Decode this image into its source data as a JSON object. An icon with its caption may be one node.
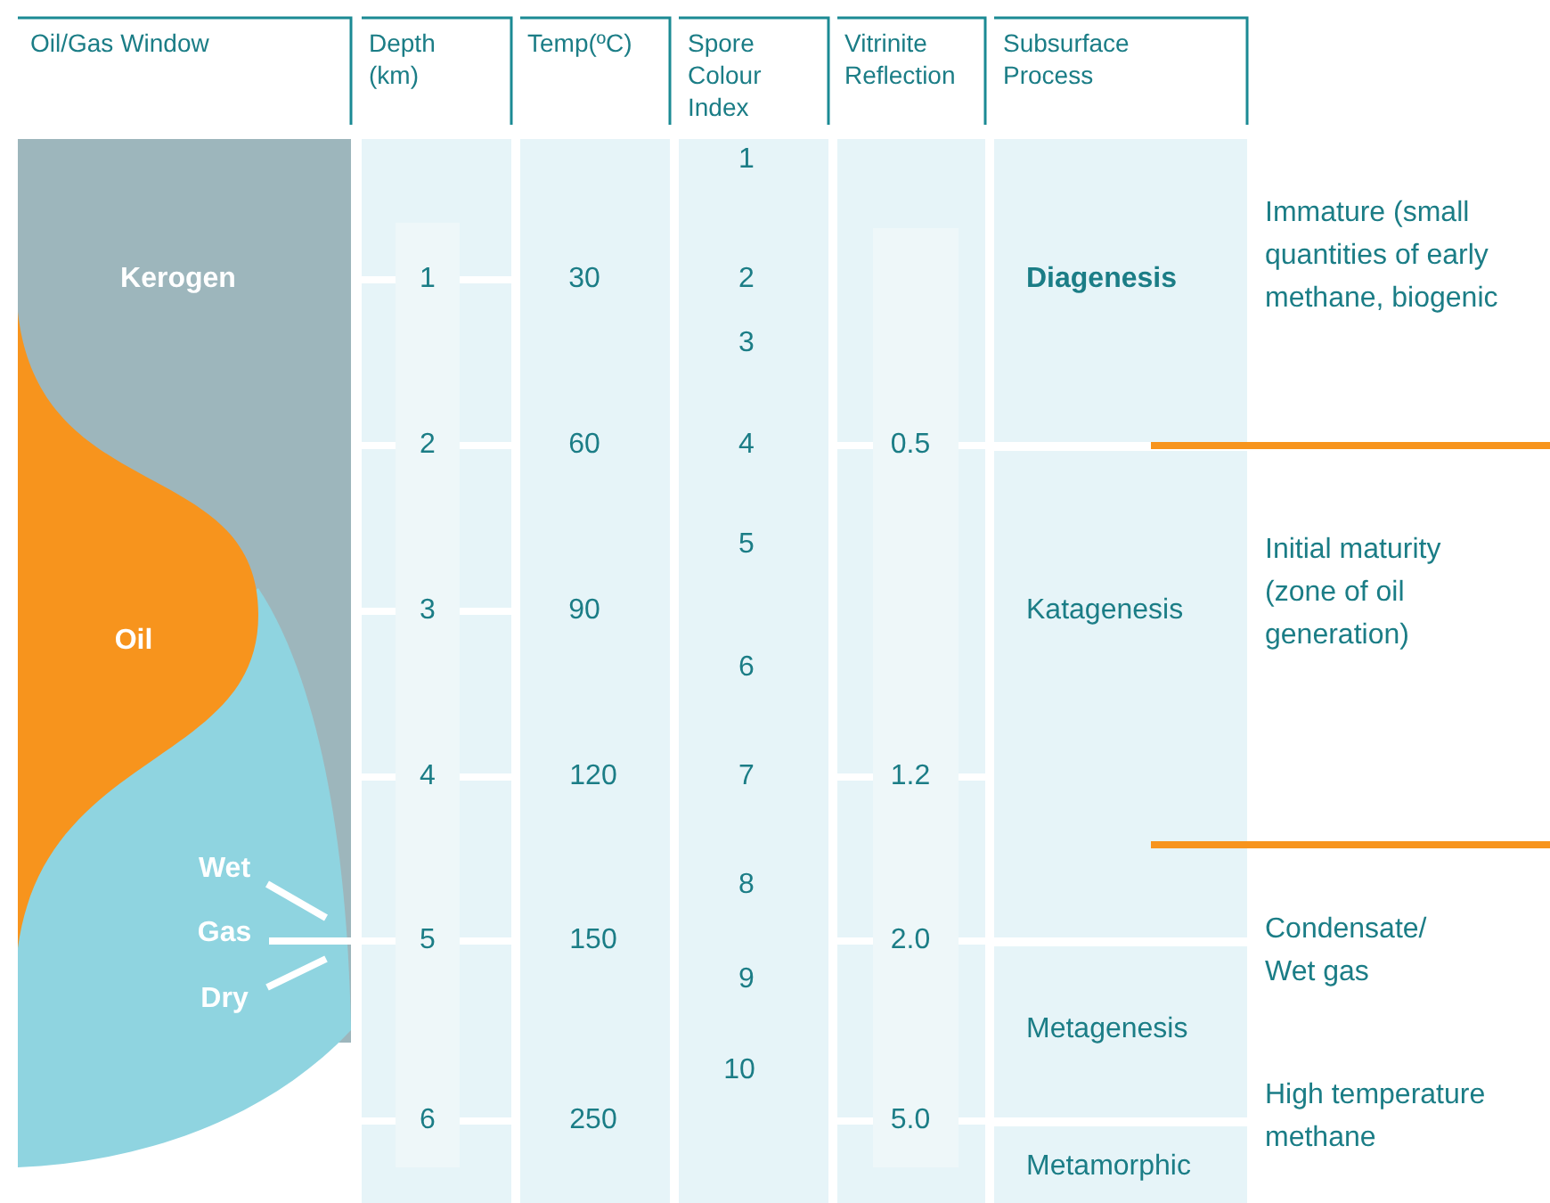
{
  "diagram": {
    "nodes": [
      {
        "text": [
          "Wet"
        ]
      },
      {
        "text": [
          "Gas"
        ]
      },
      {
        "text": [
          "Dry"
        ]
      }
    ],
    "edges": [
      {
        "from": 0,
        "to": null,
        "arrow": "none"
      },
      {
        "from": 1,
        "to": null,
        "arrow": "none"
      },
      {
        "from": 2,
        "to": null,
        "arrow": "none"
      }
    ],
    "labels": [
      "Oil/Gas Window",
      "Depth (km)",
      "Temp(ºC)",
      "Spore Colour Index",
      "Vitrinite Reflection",
      "Subsurface Process",
      "1",
      "Immature (small quantities of early methane, biogenic",
      "Kerogen",
      "1",
      "30",
      "2",
      "Diagenesis",
      "3",
      "2",
      "60",
      "4",
      "0.5",
      "5",
      "Initial maturity (zone of oil generation)",
      "Oil",
      "3",
      "90",
      "Katagenesis",
      "6",
      "4",
      "120",
      "7",
      "1.2",
      "8",
      "5",
      "150",
      "2.0",
      "Condensate/ Wet gas",
      "9",
      "Metagenesis",
      "10",
      "High temperature methane",
      "6",
      "250",
      "5.0",
      "Metamorphic"
    ]
  }
}
